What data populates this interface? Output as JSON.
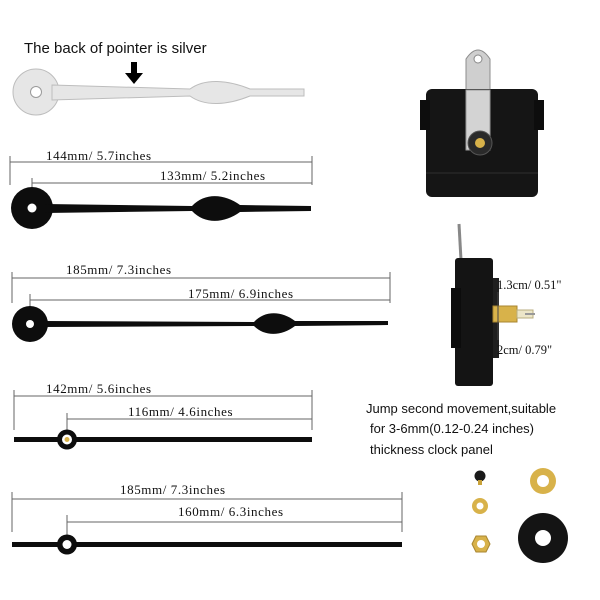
{
  "header": {
    "caption": "The back of pointer is silver"
  },
  "hands": [
    {
      "outer_label": "144mm/ 5.7inches",
      "inner_label": "133mm/ 5.2inches"
    },
    {
      "outer_label": "185mm/ 7.3inches",
      "inner_label": "175mm/ 6.9inches"
    },
    {
      "outer_label": "142mm/ 5.6inches",
      "inner_label": "116mm/ 4.6inches"
    },
    {
      "outer_label": "185mm/ 7.3inches",
      "inner_label": "160mm/ 6.3inches"
    }
  ],
  "movement": {
    "shaft_length": "1.3cm/ 0.51\"",
    "total_depth": "2cm/ 0.79\"",
    "description": [
      "Jump second movement,suitable",
      "for 3-6mm(0.12-0.24 inches)",
      "thickness clock panel"
    ]
  },
  "colors": {
    "hand_black": "#0d0d0d",
    "silver": "#e2e2e2",
    "brass": "#d8b24a",
    "movement_black": "#151515"
  },
  "icons": [
    "down-arrow-icon",
    "hanger-hook",
    "brass-shaft",
    "nut",
    "washer",
    "rubber-gasket"
  ]
}
